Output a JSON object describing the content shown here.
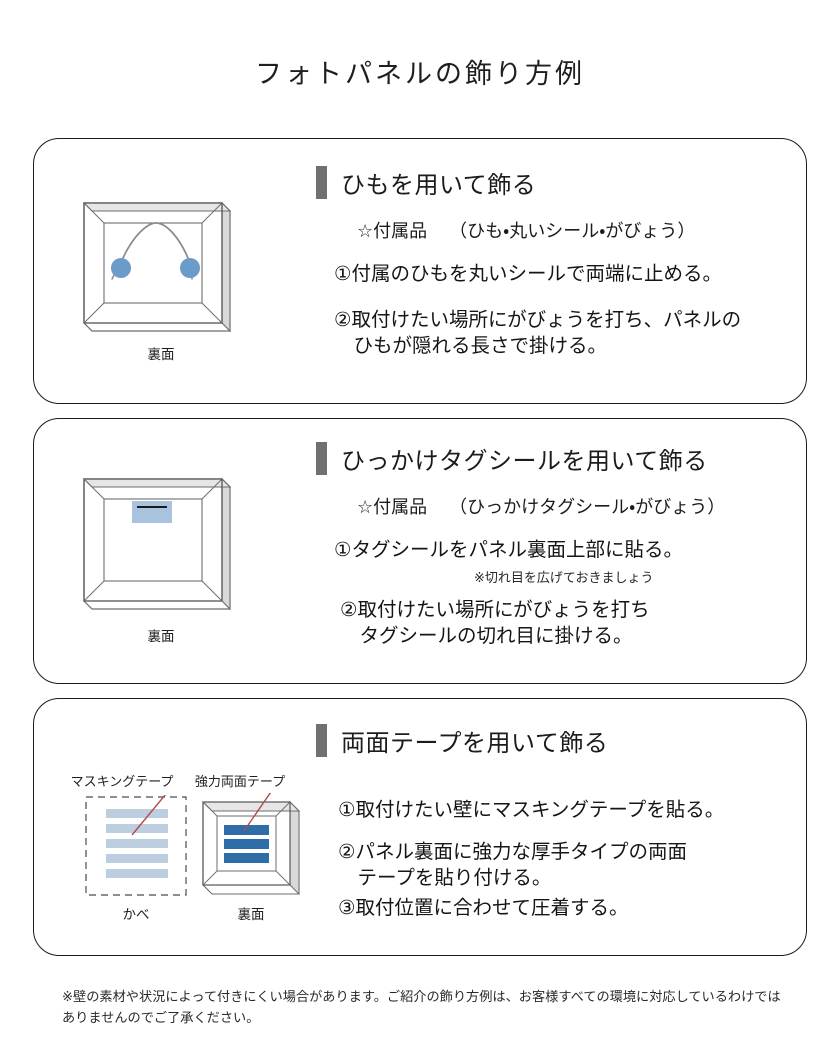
{
  "document": {
    "title": "フォトパネルの飾り方例"
  },
  "sections": [
    {
      "id": "himo",
      "heading": "ひもを用いて飾る",
      "accessories_label": "☆付属品",
      "accessories_value": "（ひも・丸いシール・がびょう）",
      "steps": [
        "①付属のひもを丸いシールで両端に止める。",
        "②取付けたい場所にがびょうを打ち、パネルの\n　ひもが隠れる長さで掛ける。"
      ],
      "note": "",
      "illustration": {
        "caption": "裏面",
        "sticker_color": "#6B9BC8",
        "string_color": "#8A8A8A"
      }
    },
    {
      "id": "tag-seal",
      "heading": "ひっかけタグシールを用いて飾る",
      "accessories_label": "☆付属品",
      "accessories_value": "（ひっかけタグシール・がびょう）",
      "steps": [
        "①タグシールをパネル裏面上部に貼る。",
        "②取付けたい場所にがびょうを打ち\n　タグシールの切れ目に掛ける。"
      ],
      "note": "※切れ目を広げておきましょう",
      "illustration": {
        "caption": "裏面",
        "tag_color": "#A9C3DE",
        "slit_color": "#1a1a1a"
      }
    },
    {
      "id": "double-tape",
      "heading": "両面テープを用いて飾る",
      "accessories_label": "",
      "accessories_value": "",
      "steps": [
        "①取付けたい壁にマスキングテープを貼る。",
        "②パネル裏面に強力な厚手タイプの両面\n　テープを貼り付ける。",
        "③取付位置に合わせて圧着する。"
      ],
      "note": "",
      "illustration": {
        "left_label": "マスキングテープ",
        "left_caption": "かべ",
        "left_stripe_color": "#BDCEE0",
        "left_stripe_count": 5,
        "right_label": "強力両面テープ",
        "right_caption": "裏面",
        "right_stripe_color": "#2E6DA8",
        "right_stripe_count": 3,
        "pointer_color": "#B14B4B"
      }
    }
  ],
  "footer": {
    "text": "※壁の素材や状況によって付きにくい場合があります。ご紹介の飾り方例は、お客様すべての環境に対応しているわけではありませんのでご了承ください。"
  }
}
